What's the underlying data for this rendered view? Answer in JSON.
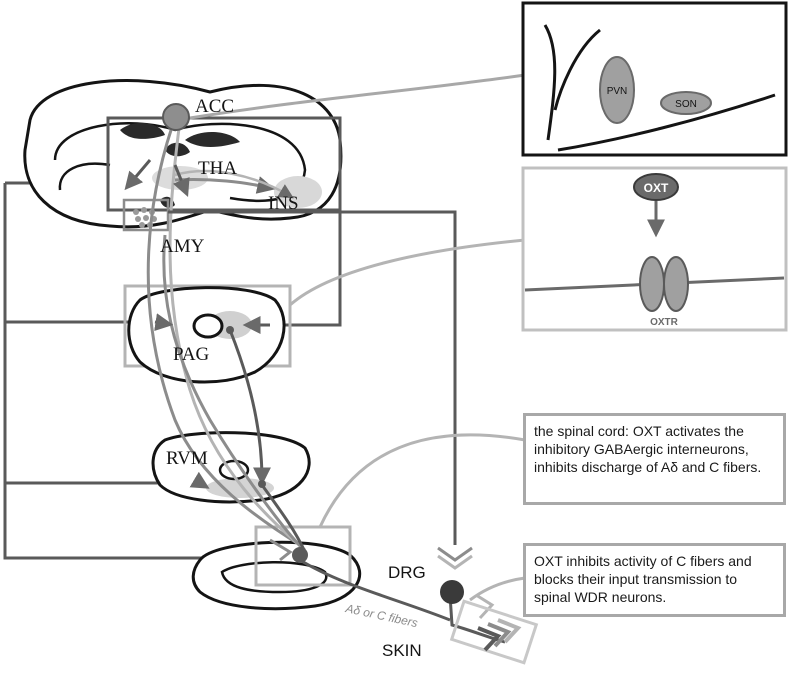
{
  "labels": {
    "acc": "ACC",
    "tha": "THA",
    "ins": "INS",
    "amy": "AMY",
    "pag": "PAG",
    "rvm": "RVM",
    "drg": "DRG",
    "skin": "SKIN",
    "fibers": "Aδ or C fibers",
    "pvn": "PVN",
    "son": "SON",
    "oxt": "OXT",
    "oxtr": "OXTR"
  },
  "callouts": {
    "spinal_cord": "the spinal cord: OXT activates the inhibitory GABAergic interneurons, inhibits discharge of Aδ and C fibers.",
    "c_fibers": "OXT inhibits activity of C fibers and blocks their input transmission to spinal WDR neurons."
  },
  "colors": {
    "dark_line": "#5a5a5a",
    "mid_line": "#8c8c8c",
    "light_line": "#b4b4b4",
    "outline": "#141414",
    "node_fill": "#8e8e8e"
  }
}
